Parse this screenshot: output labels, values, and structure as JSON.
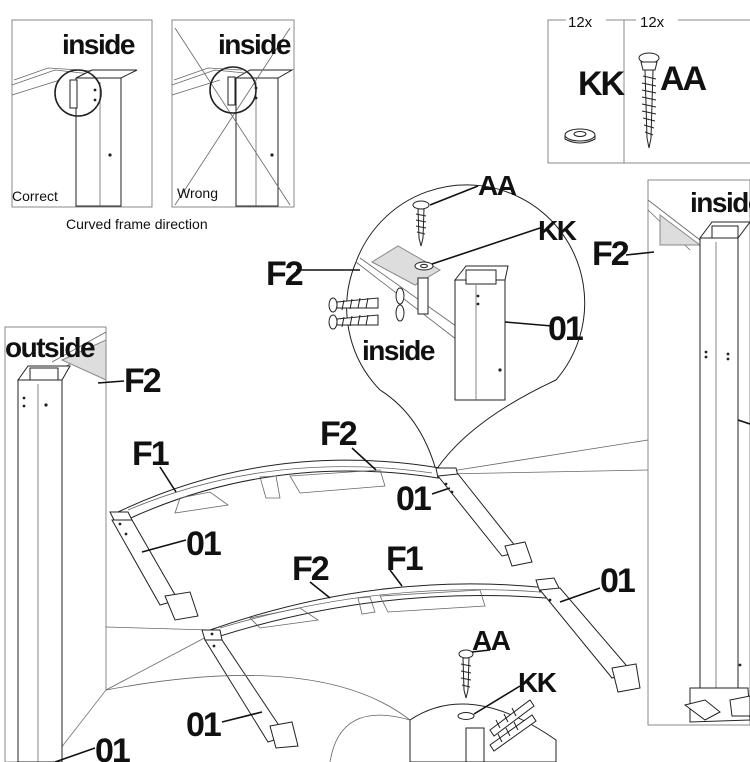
{
  "hardware_box": {
    "kk_qty": "12x",
    "aa_qty": "12x",
    "kk_label": "KK",
    "aa_label": "AA"
  },
  "direction_panels": {
    "correct_label": "Correct",
    "wrong_label": "Wrong",
    "inside_label_left": "inside",
    "inside_label_right": "inside",
    "caption": "Curved frame direction"
  },
  "detail_zoom": {
    "aa": "AA",
    "kk": "KK",
    "f2": "F2",
    "post": "01",
    "inside": "inside"
  },
  "right_post": {
    "inside": "inside",
    "f2": "F2"
  },
  "left_post": {
    "outside": "outside",
    "f2": "F2",
    "post": "01"
  },
  "upper_frame": {
    "f1": "F1",
    "f2": "F2",
    "post_left": "01",
    "post_right": "01"
  },
  "lower_frame": {
    "f1": "F1",
    "f2": "F2",
    "post_left": "01",
    "post_right": "01"
  },
  "bottom_detail": {
    "aa": "AA",
    "kk": "KK"
  }
}
